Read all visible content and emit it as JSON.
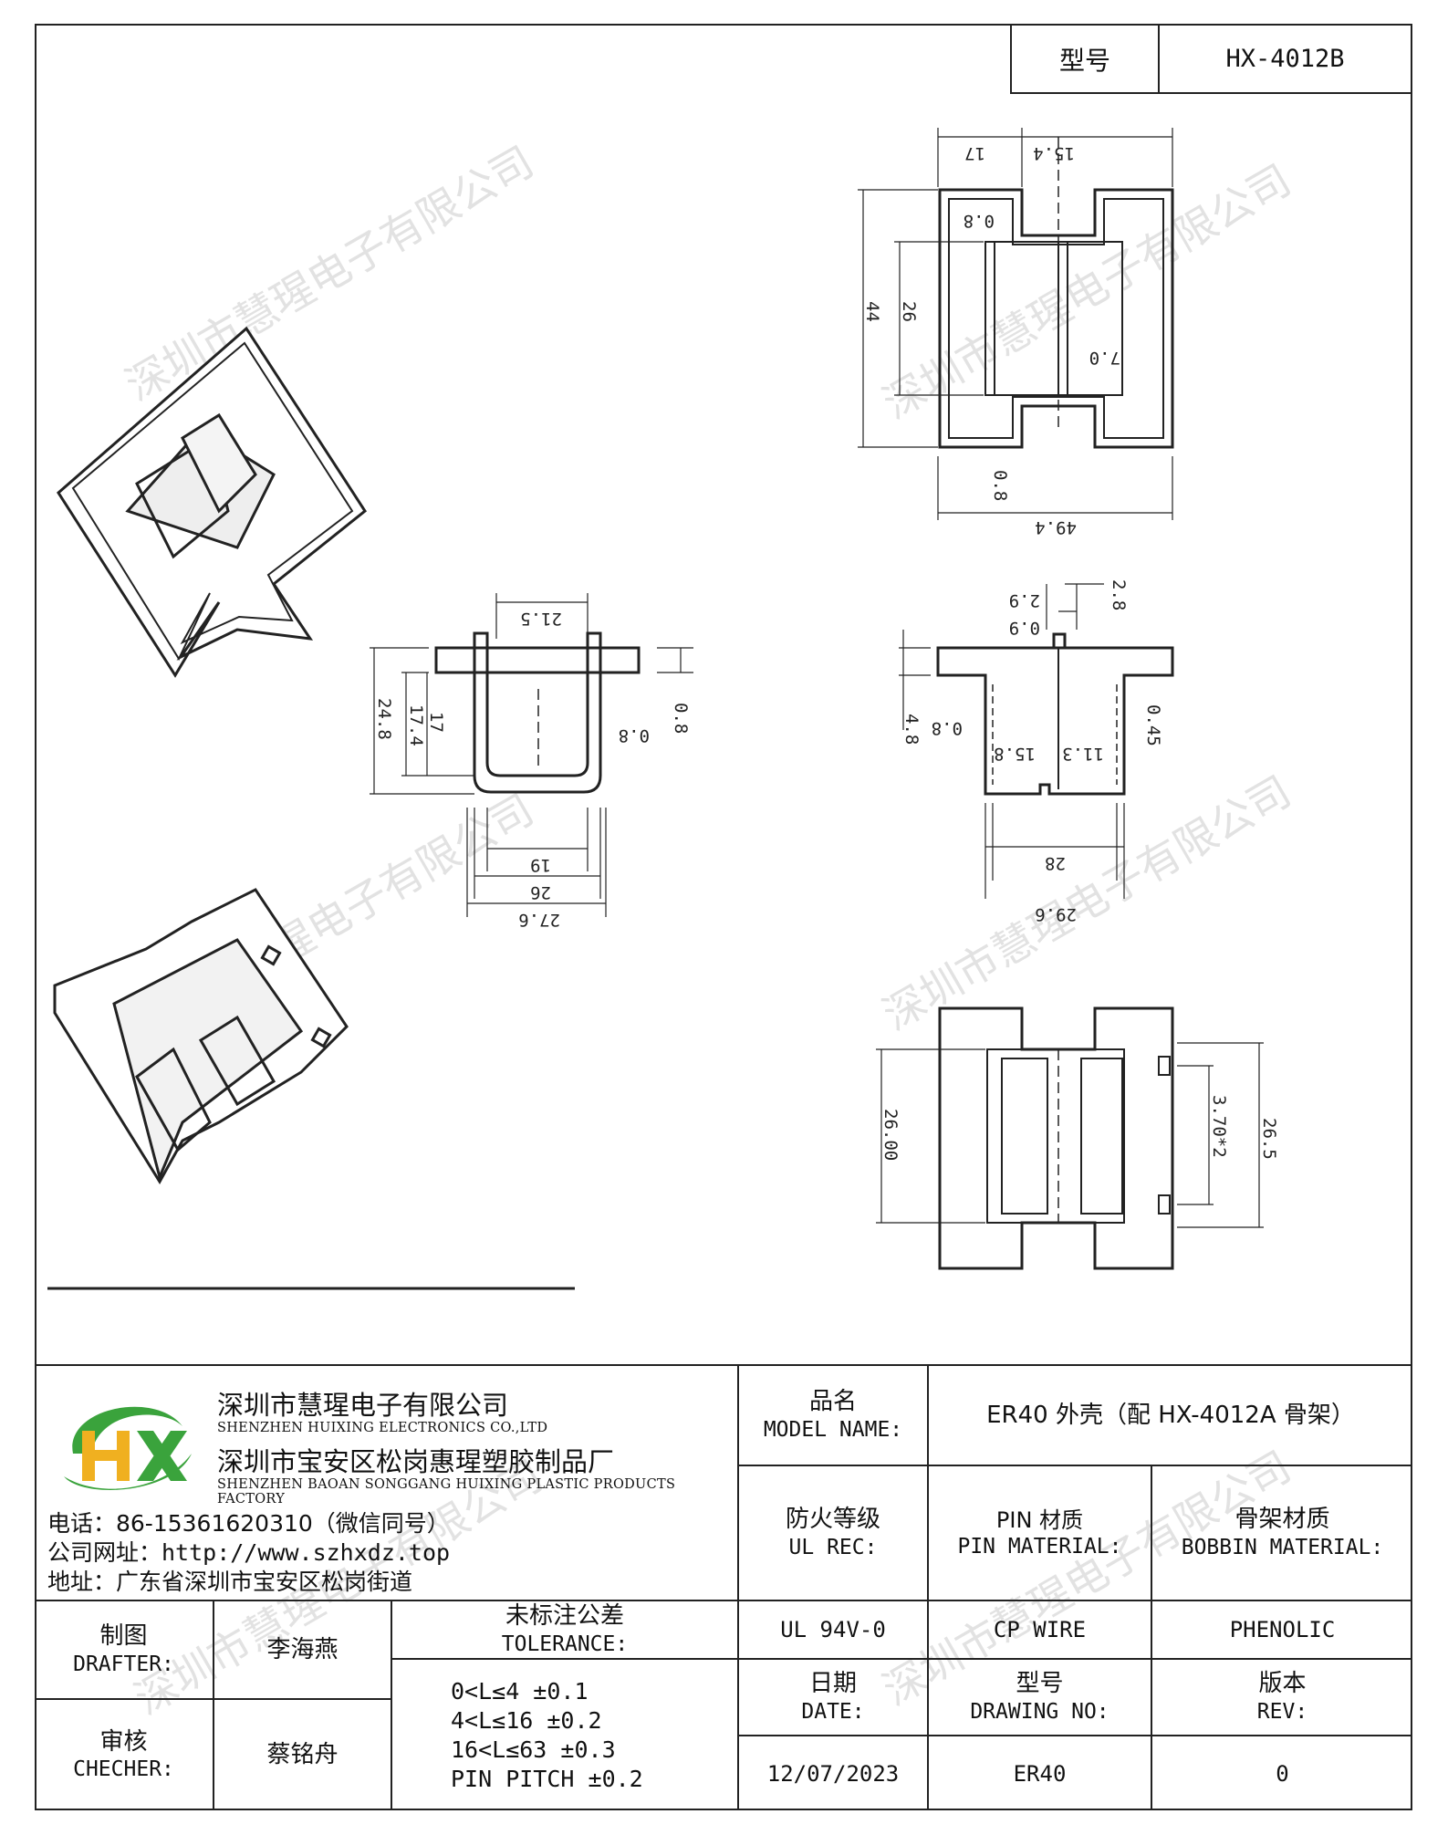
{
  "header": {
    "model_label": "型号",
    "model_value": "HX-4012B"
  },
  "dimensions": {
    "top_view": {
      "w17": "17",
      "w15_4": "15.4",
      "t0_8a": "0.8",
      "h44": "44",
      "h26": "26",
      "c7_0": "7.0",
      "t0_8b": "0.8",
      "w49_4": "49.4"
    },
    "front_view": {
      "d21_5": "21.5",
      "h24_8": "24.8",
      "h17_4": "17.4",
      "h17": "17",
      "t0_8a": "0.8",
      "t0_8b": "0.8",
      "w19": "19",
      "w26": "26",
      "w27_6": "27.6"
    },
    "side_view": {
      "d2_9": "2.9",
      "d2_8": "2.8",
      "d0_9": "0.9",
      "h4_8": "4.8",
      "t0_8": "0.8",
      "t0_45": "0.45",
      "w15_8": "15.8",
      "w11_3": "11.3",
      "w28": "28",
      "w29_6": "29.6"
    },
    "bottom_view": {
      "h26_00": "26.00",
      "pins": "3.70*2",
      "h26_5": "26.5"
    }
  },
  "watermark": "深圳市慧瑆电子有限公司",
  "title_block": {
    "company_cn": "深圳市慧瑆电子有限公司",
    "company_en": "SHENZHEN HUIXING ELECTRONICS CO.,LTD",
    "factory_cn": "深圳市宝安区松岗惠瑆塑胶制品厂",
    "factory_en": "SHENZHEN BAOAN SONGGANG HUIXING PLASTIC PRODUCTS FACTORY",
    "phone": "电话：86-15361620310（微信同号）",
    "website": "公司网址：http://www.szhxdz.top",
    "address": "地址：广东省深圳市宝安区松岗街道",
    "model_name_cn": "品名",
    "model_name_en": "MODEL NAME:",
    "model_name_value": "ER40 外壳（配 HX-4012A 骨架）",
    "ul_cn": "防火等级",
    "ul_en": "UL REC:",
    "pin_cn": "PIN 材质",
    "pin_en": "PIN MATERIAL:",
    "bobbin_cn": "骨架材质",
    "bobbin_en": "BOBBIN MATERIAL:",
    "drafter_cn": "制图",
    "drafter_en": "DRAFTER:",
    "drafter_name": "李海燕",
    "checker_cn": "审核",
    "checker_en": "CHECHER:",
    "checker_name": "蔡铭舟",
    "tolerance_cn": "未标注公差",
    "tolerance_en": "TOLERANCE:",
    "tolerance_rows": [
      "0<L≤4  ±0.1",
      "4<L≤16 ±0.2",
      "16<L≤63 ±0.3",
      "PIN PITCH ±0.2"
    ],
    "ul_value": "UL 94V-0",
    "pin_value": "CP WIRE",
    "bobbin_value": "PHENOLIC",
    "date_cn": "日期",
    "date_en": "DATE:",
    "drawing_cn": "型号",
    "drawing_en": "DRAWING NO:",
    "rev_cn": "版本",
    "rev_en": "REV:",
    "date_value": "12/07/2023",
    "drawing_value": "ER40",
    "rev_value": "0"
  }
}
